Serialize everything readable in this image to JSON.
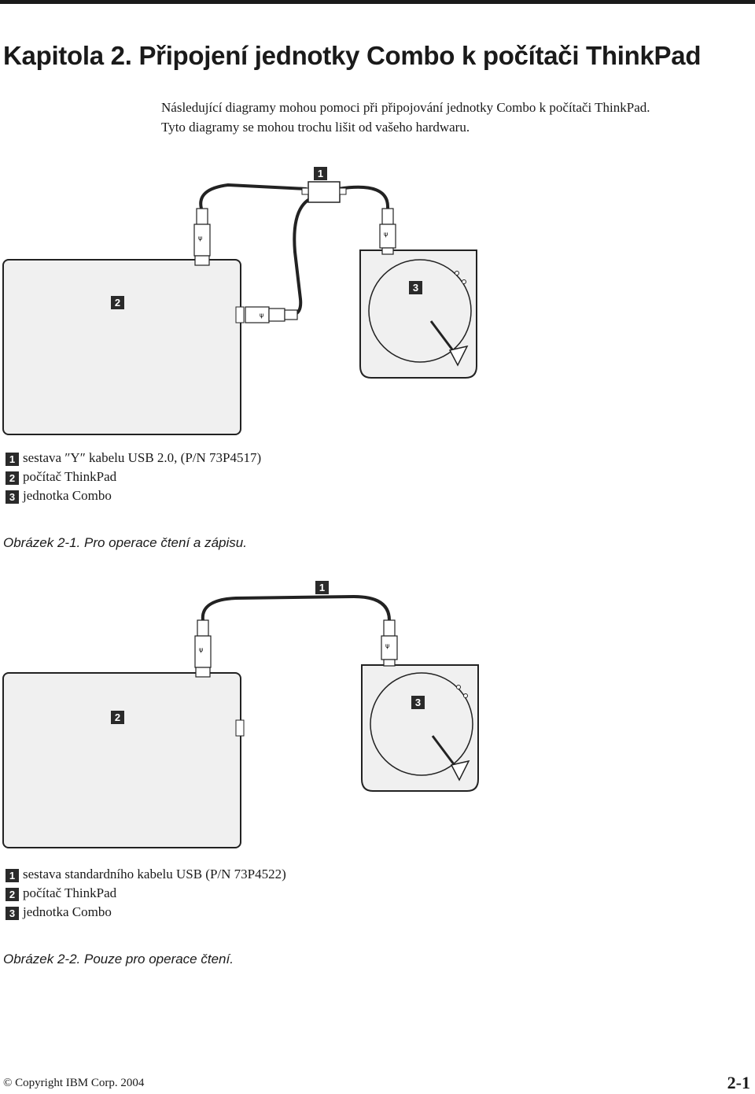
{
  "chapter_title": "Kapitola 2. Připojení jednotky Combo k počítači ThinkPad",
  "intro": [
    "Následující diagramy mohou pomoci při připojování jednotky Combo k počítači ThinkPad.",
    "Tyto diagramy se mohou trochu lišit od vašeho hardwaru."
  ],
  "figure1": {
    "callouts": [
      "1",
      "2",
      "3"
    ],
    "legend": [
      {
        "num": "1",
        "text": "sestava ″Y″ kabelu USB 2.0, (P/N 73P4517)"
      },
      {
        "num": "2",
        "text": "počítač ThinkPad"
      },
      {
        "num": "3",
        "text": "jednotka Combo"
      }
    ],
    "caption": "Obrázek 2-1. Pro operace čtení a zápisu."
  },
  "figure2": {
    "callouts": [
      "1",
      "2",
      "3"
    ],
    "legend": [
      {
        "num": "1",
        "text": "sestava standardního kabelu USB (P/N 73P4522)"
      },
      {
        "num": "2",
        "text": "počítač ThinkPad"
      },
      {
        "num": "3",
        "text": "jednotka Combo"
      }
    ],
    "caption": "Obrázek 2-2. Pouze pro operace čtení."
  },
  "footer": {
    "copyright": "© Copyright IBM Corp. 2004",
    "page_number": "2-1"
  }
}
